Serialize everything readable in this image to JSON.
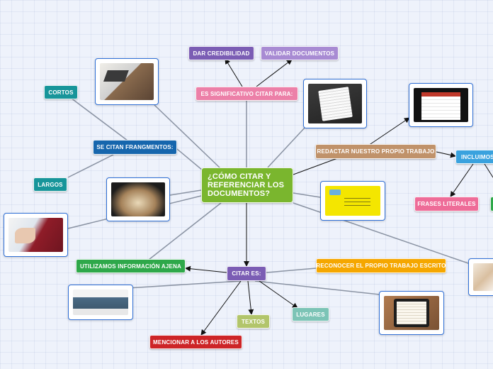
{
  "map": {
    "central": "¿CÓMO CITAR Y\nREFERENCIAR LOS\nDOCUMENTOS?",
    "es_significativo": "ES SIGNIFICATIVO CITAR PARA:",
    "dar_credibilidad": "DAR CREDIBILIDAD",
    "validar_documentos": "VALIDAR DOCUMENTOS",
    "se_citan_fragmentos": "SE CITAN FRANGMENTOS:",
    "cortos": "CORTOS",
    "largos": "LARGOS",
    "redactar": "REDACTAR NUESTRO PROPIO TRABAJO",
    "incluimos": "INCLUIMOS",
    "frases_literales": "FRASES LITERALES",
    "utilizamos": "UTILIZAMOS INFORMACIÓN AJENA",
    "citar_es": "CITAR ES:",
    "reconocer": "RECONOCER EL PROPIO TRABAJO ESCRITO",
    "textos": "TEXTOS",
    "lugares": "LUGARES",
    "mencionar": "MENCIONAR A LOS AUTORES"
  },
  "colors": {
    "central": "#7ab62e",
    "purple": "#7b5db4",
    "lavender": "#a88bd3",
    "pink": "#ec80a8",
    "teal": "#17959a",
    "blue": "#1666ad",
    "tan": "#c0926a",
    "sky": "#3aa2de",
    "rose": "#ee6c98",
    "green": "#2ea84a",
    "orange": "#f5a700",
    "olive": "#b2c56b",
    "mint": "#7cc4b6",
    "red": "#cd2527",
    "connector": "#8a93a3",
    "card_border": "#2f6fd6"
  }
}
